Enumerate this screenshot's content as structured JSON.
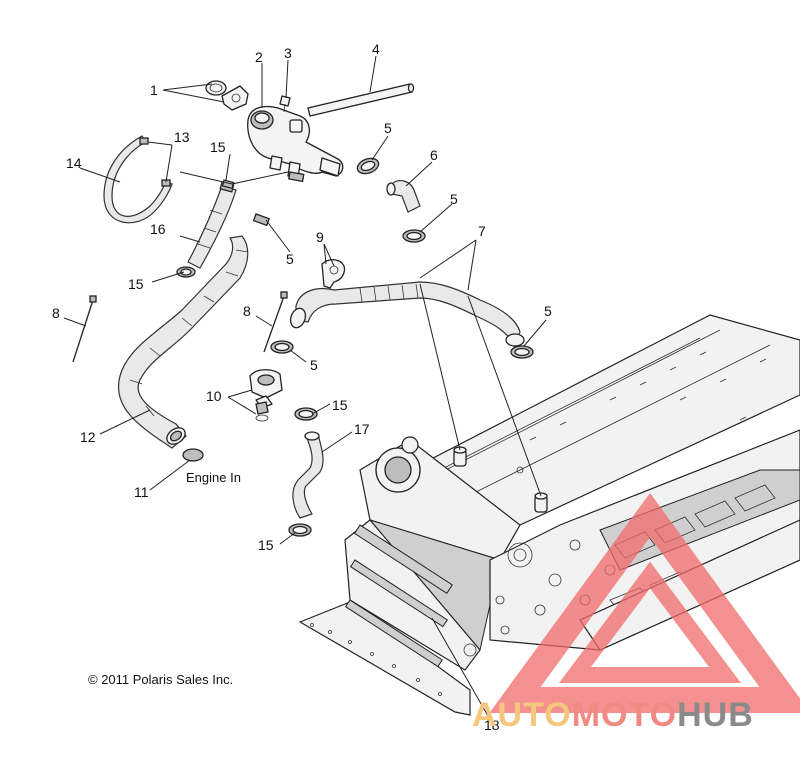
{
  "callouts": {
    "c1": "1",
    "c2": "2",
    "c3": "3",
    "c4": "4",
    "c5a": "5",
    "c5b": "5",
    "c5c": "5",
    "c5d": "5",
    "c5e": "5",
    "c6": "6",
    "c7": "7",
    "c8a": "8",
    "c8b": "8",
    "c9": "9",
    "c10": "10",
    "c11": "11",
    "c12": "12",
    "c13": "13",
    "c14": "14",
    "c15a": "15",
    "c15b": "15",
    "c15c": "15",
    "c15d": "15",
    "c16": "16",
    "c17": "17",
    "c18": "18"
  },
  "labels": {
    "engine_in": "Engine In",
    "copyright": "© 2011 Polaris Sales Inc."
  },
  "watermark": {
    "part1": "AUTO",
    "part2": "MOTO",
    "part3": "HUB",
    "colors": {
      "auto": "#f5c77e",
      "moto": "#f08a82",
      "hub": "#8a8a8a",
      "triangle": "#f26b6b"
    }
  }
}
